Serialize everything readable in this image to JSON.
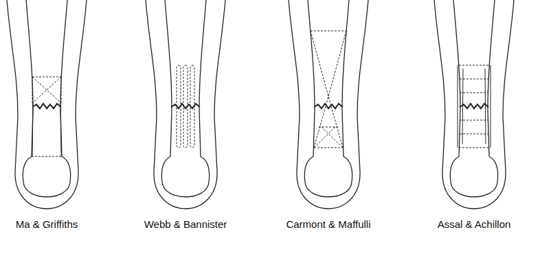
{
  "diagram": {
    "labels": [
      "Ma & Griffiths",
      "Webb & Bannister",
      "Carmont & Maffulli",
      "Assal & Achillon"
    ]
  }
}
